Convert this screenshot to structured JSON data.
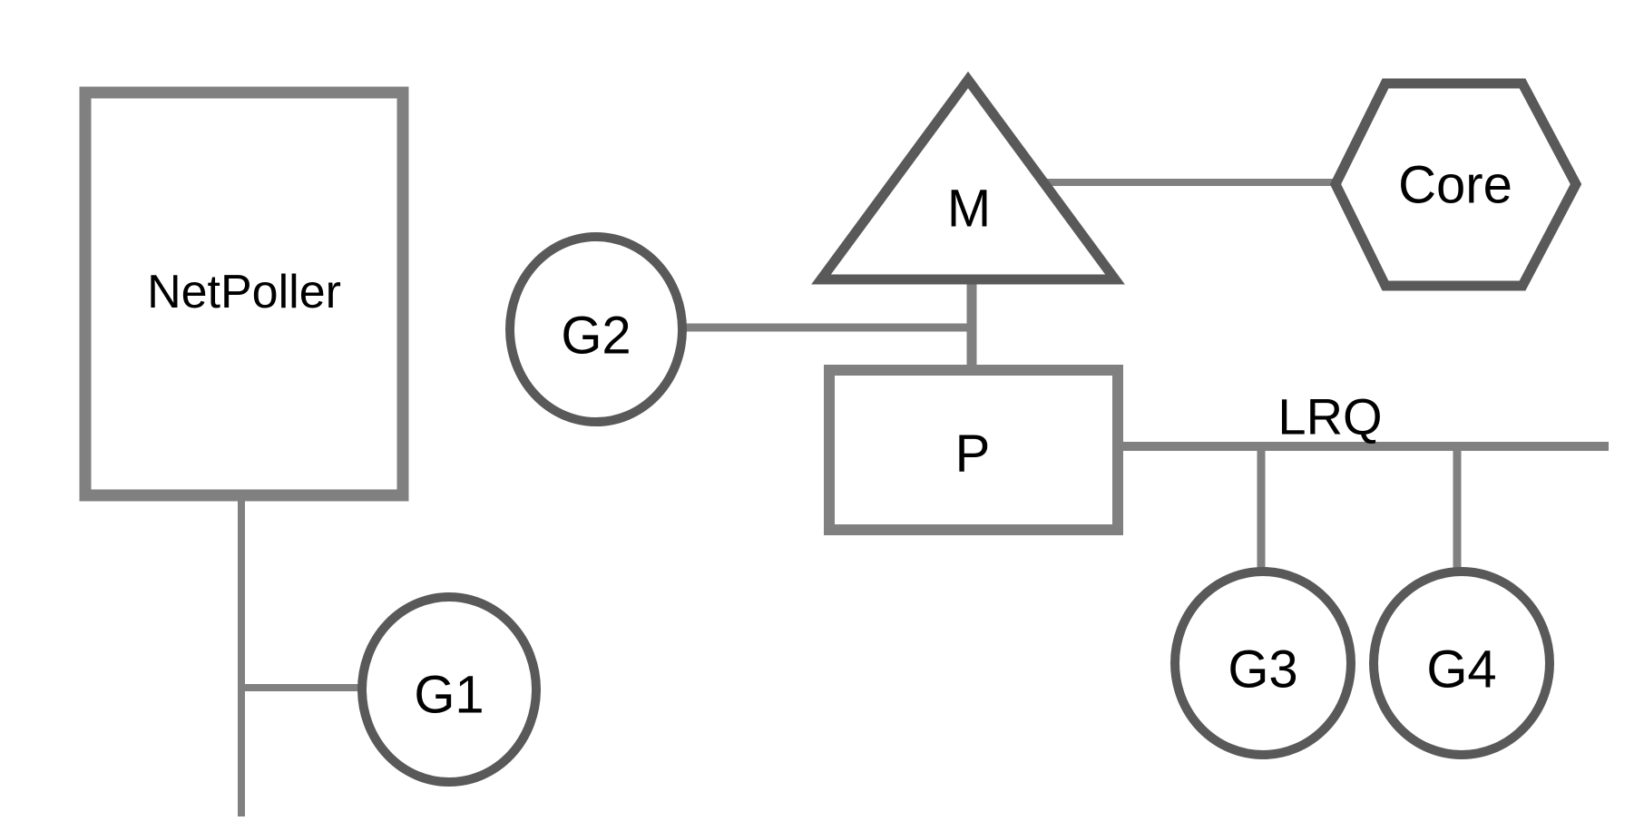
{
  "diagram": {
    "background": "#ffffff",
    "colors": {
      "shape_border_dark": "#595959",
      "shape_border_medium": "#808080",
      "connector": "#808080",
      "label_text": "#000000"
    },
    "nodes": [
      {
        "id": "netpoller",
        "shape": "rectangle",
        "label": "NetPoller"
      },
      {
        "id": "g2",
        "shape": "circle",
        "label": "G2"
      },
      {
        "id": "m",
        "shape": "triangle",
        "label": "M"
      },
      {
        "id": "core",
        "shape": "hexagon",
        "label": "Core"
      },
      {
        "id": "p",
        "shape": "rectangle",
        "label": "P"
      },
      {
        "id": "g1",
        "shape": "circle",
        "label": "G1"
      },
      {
        "id": "g3",
        "shape": "circle",
        "label": "G3"
      },
      {
        "id": "g4",
        "shape": "circle",
        "label": "G4"
      }
    ],
    "bus_label": "LRQ",
    "edges": [
      {
        "from": "netpoller",
        "to": "down-stub"
      },
      {
        "from": "netpoller-stem",
        "to": "g1"
      },
      {
        "from": "g2",
        "to": "m-p-stem"
      },
      {
        "from": "m",
        "to": "p"
      },
      {
        "from": "m",
        "to": "core"
      },
      {
        "from": "p",
        "to": "lrq-bus"
      },
      {
        "from": "lrq-bus",
        "to": "g3"
      },
      {
        "from": "lrq-bus",
        "to": "g4"
      }
    ]
  }
}
